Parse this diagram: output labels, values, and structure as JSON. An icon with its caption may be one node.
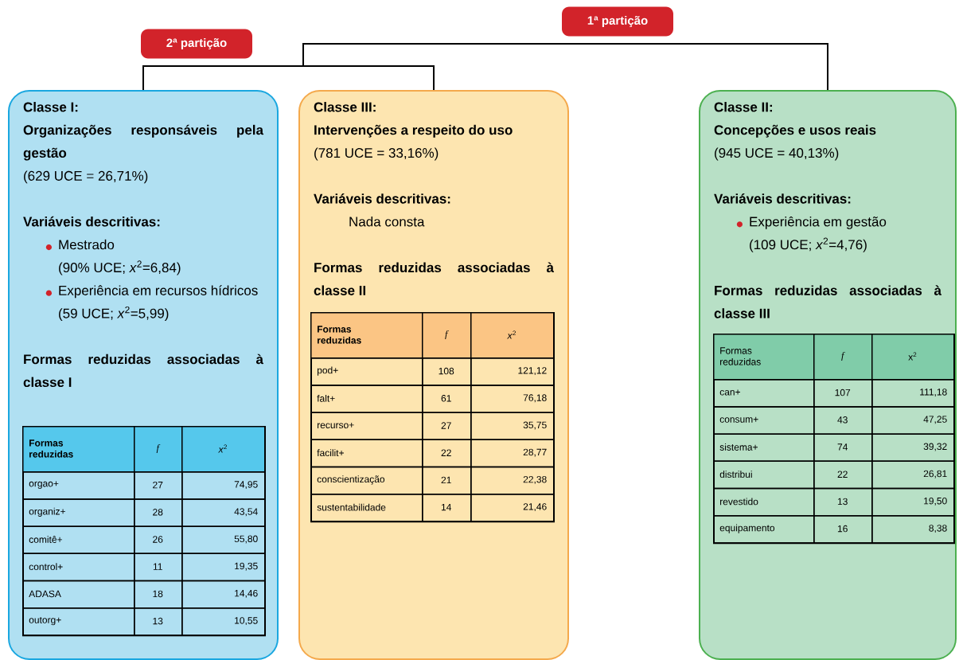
{
  "diagram": {
    "nodes": [
      {
        "text": [
          "Classe I:",
          "Organizações responsáveis pela gestão",
          "(629 UCE = 26,71%)",
          "Variáveis descritivas:",
          "Mestrado",
          "(90% UCE; *x*$^{2}$=6,84)",
          "Experiência em recursos hídricos",
          "(59 UCE; *x*$^{2}$=5,99)",
          "Formas reduzidas associadas à classe I"
        ]
      },
      {
        "text": [
          "Formas reduzidas",
          "f",
          "*x*$^{2}$",
          "orgao+",
          "27",
          "74,95",
          "organiz+",
          "28",
          "43,54",
          "comitê+",
          "26",
          "55,80",
          "control+",
          "11",
          "19,35",
          "ADASA",
          "18",
          "14,46",
          "outorg+",
          "13",
          "10,55"
        ],
        "in": 0
      },
      {
        "text": [
          "Classe III:",
          "Intervenções a respeito do uso",
          "(781 UCE = 33,16%)",
          "Variáveis descritivas:",
          "Nada consta",
          "Formas reduzidas associadas à classe II"
        ]
      },
      {
        "text": [
          "Formas reduzidas",
          "f",
          "*x*$^{2}$",
          "pod+",
          "108",
          "121,12",
          "falt+",
          "61",
          "76,18",
          "recurso+",
          "27",
          "35,75",
          "facilit+",
          "22",
          "28,77",
          "conscientização",
          "21",
          "22,38",
          "sustentabilidade",
          "14",
          "21,46"
        ],
        "in": 2
      },
      {
        "text": [
          "Classe II:",
          "Concepções e usos reais",
          "(945 UCE = 40,13%)",
          "Variáveis descritivas:",
          "Experiência em gestão",
          "(109 UCE; *x*$^{2}$=4,76)",
          "Formas reduzidas associadas à classe III"
        ]
      },
      {
        "text": [
          "Formas reduzidas",
          "f",
          "x$^{2}$",
          "can+",
          "107",
          "111,18",
          "consum+",
          "43",
          "47,25",
          "sistema+",
          "74",
          "39,32",
          "distribui",
          "22",
          "26,81",
          "revestido",
          "13",
          "19,50",
          "equipamento",
          "16",
          "8,38"
        ],
        "in": 4
      }
    ],
    "edges": [
      {
        "from": 0,
        "to": 2,
        "arrow": "none"
      },
      {
        "from": 0,
        "to": 4,
        "arrow": "none"
      },
      {
        "from": 2,
        "to": 4,
        "arrow": "none"
      }
    ],
    "labels": [
      "1ª partição",
      "2ª partição"
    ]
  }
}
